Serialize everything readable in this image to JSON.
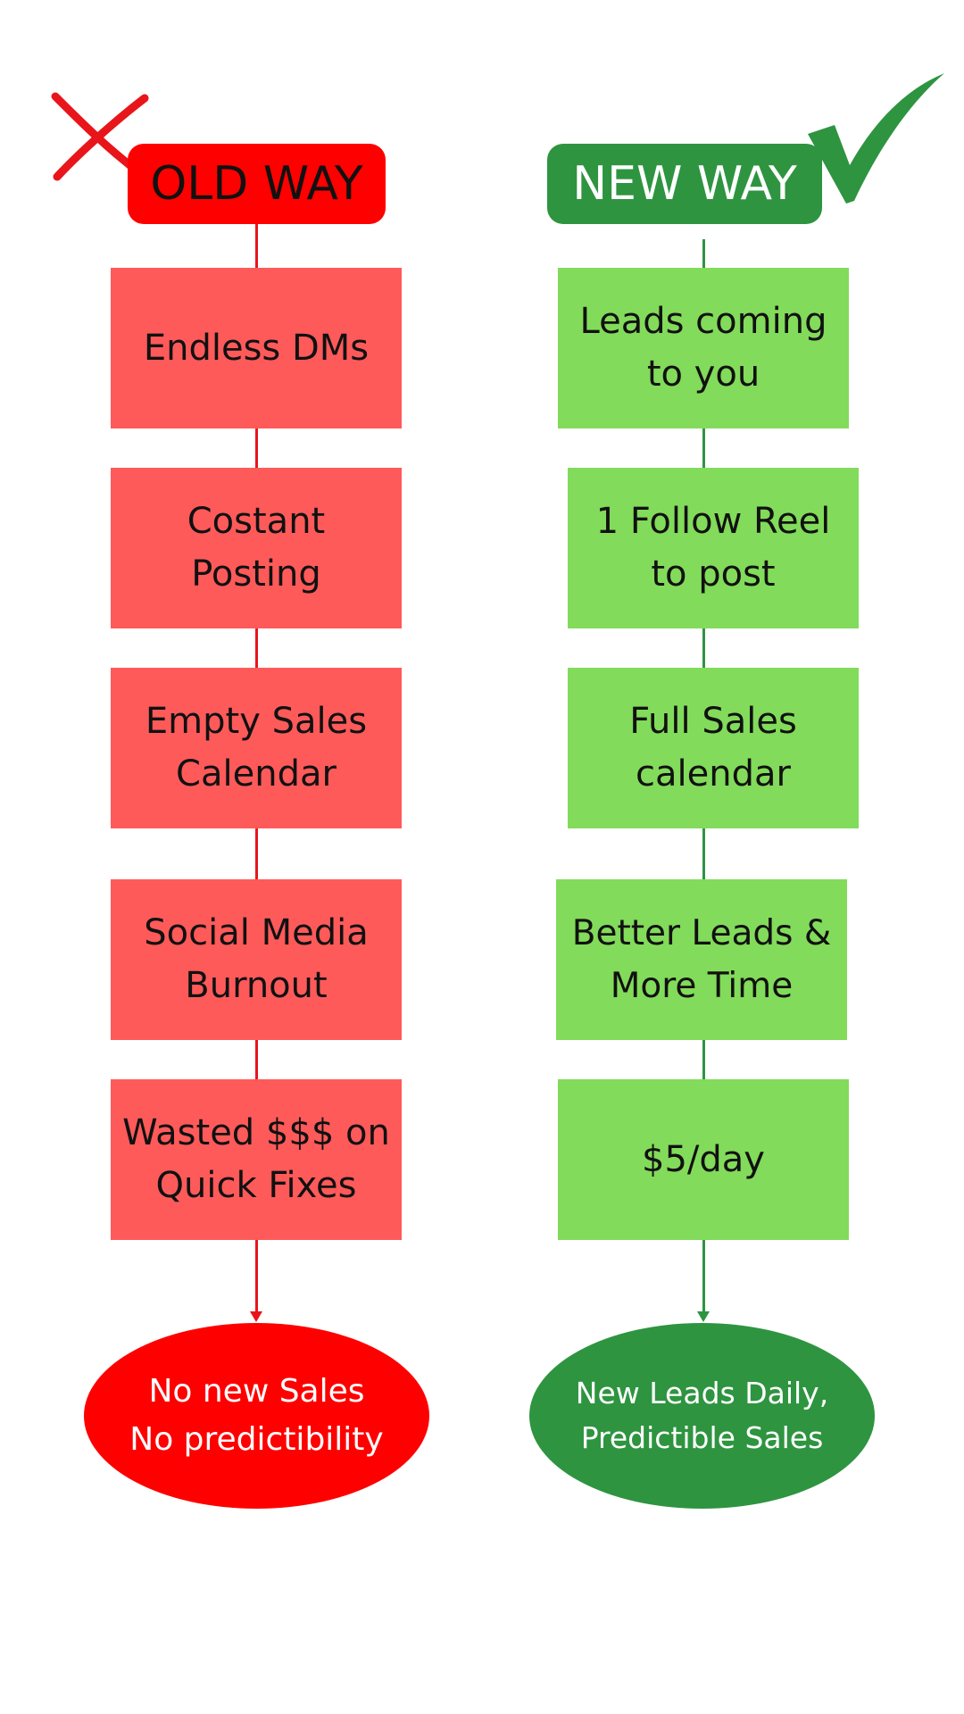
{
  "colors": {
    "old_accent": "#ff0000",
    "old_box": "#ff5a5a",
    "old_line": "#e8151b",
    "new_accent": "#2e9440",
    "new_box": "#82db5a",
    "text_dark": "#111111",
    "text_light": "#ffffff"
  },
  "old_way": {
    "title": "OLD WAY",
    "icon": "x-mark-icon",
    "steps": [
      "Endless DMs",
      "Costant\nPosting",
      "Empty Sales\nCalendar",
      "Social Media\nBurnout",
      "Wasted $$$ on\nQuick Fixes"
    ],
    "outcome": "No new Sales\nNo predictibility"
  },
  "new_way": {
    "title": "NEW WAY",
    "icon": "check-mark-icon",
    "steps": [
      "Leads coming\nto you",
      "1 Follow Reel\nto post",
      "Full Sales\ncalendar",
      "Better Leads &\nMore Time",
      "$5/day"
    ],
    "outcome": "New Leads Daily,\nPredictible Sales"
  }
}
